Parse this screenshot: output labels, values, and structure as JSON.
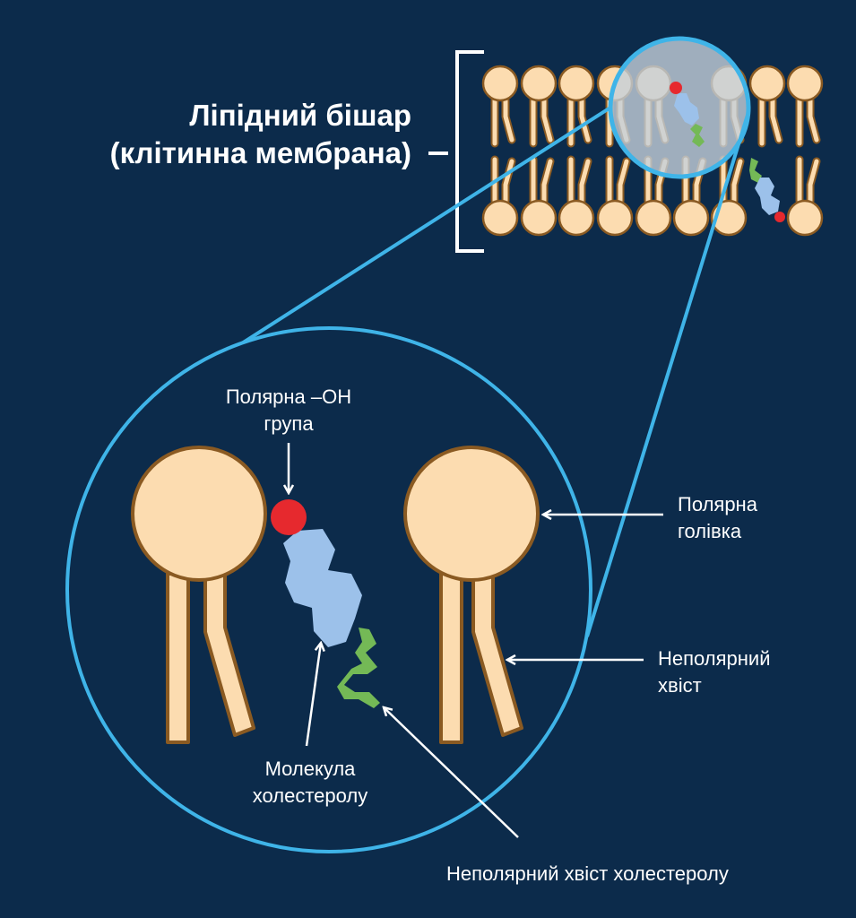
{
  "title": {
    "line1": "Ліпідний бішар",
    "line2": "(клітинна мембрана)"
  },
  "labels": {
    "oh_line1": "Полярна –OH",
    "oh_line2": "група",
    "head_line1": "Полярна",
    "head_line2": "голівка",
    "tail_line1": "Неполярний",
    "tail_line2": "хвіст",
    "chol_line1": "Молекула",
    "chol_line2": "холестеролу",
    "chol_tail": "Неполярний хвіст холестеролу"
  },
  "colors": {
    "background": "#0c2b4b",
    "lipid_head": "#fcdcb0",
    "lipid_outline": "#8a5a22",
    "magnifier": "#3fb4e8",
    "oh_group": "#e6292e",
    "sterol_ring": "#9cc1ea",
    "sterol_tail": "#74b956"
  }
}
